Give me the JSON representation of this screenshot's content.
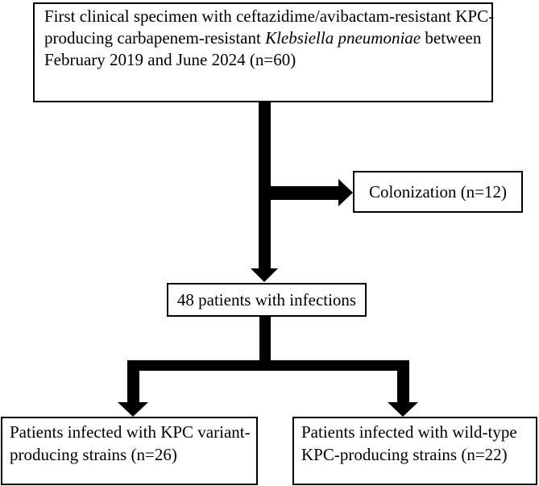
{
  "figure": {
    "type": "patient-flow-diagram",
    "background_color": "#ffffff",
    "line_color": "#000000"
  },
  "nodes": {
    "specimens": {
      "line1": "First clinical specimen with ceftazidime/avibactam-resistant KPC-",
      "line2_plain_before": "producing carbapenem-resistant ",
      "line2_italic": "Klebsiella pneumoniae",
      "line2_plain_after": " between",
      "line3": "February 2019 and June 2024 (n=60)",
      "n": 60
    },
    "colonization": {
      "label": "Colonization (n=12)",
      "n": 12
    },
    "infections": {
      "label": "48 patients with infections",
      "n": 48
    },
    "kpc_variant": {
      "line1": "Patients infected with KPC variant-",
      "line2": "producing strains (n=26)",
      "n": 26
    },
    "wild_type": {
      "line1": "Patients infected with wild-type",
      "line2": "KPC-producing strains (n=22)",
      "n": 22
    }
  },
  "edges": [
    {
      "from": "specimens",
      "to": "infections",
      "style": "thick-black-arrow"
    },
    {
      "from": "specimens",
      "to": "colonization",
      "style": "thick-black-arrow"
    },
    {
      "from": "infections",
      "to": "kpc_variant",
      "style": "thick-black-arrow"
    },
    {
      "from": "infections",
      "to": "wild_type",
      "style": "thick-black-arrow"
    }
  ]
}
